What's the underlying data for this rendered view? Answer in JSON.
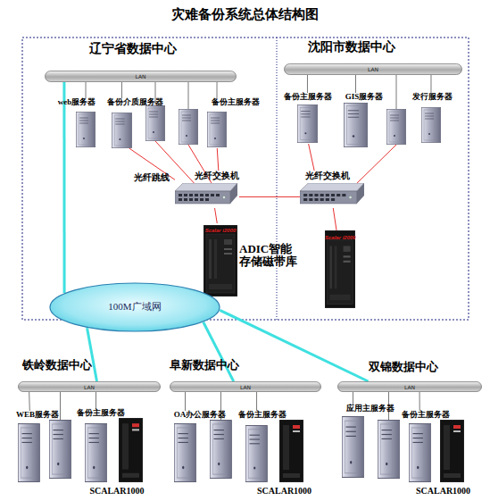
{
  "diagram": {
    "title": "灾难备份系统总体结构图",
    "nodes": [
      {
        "text": [
          "辽宁省数据中心"
        ]
      },
      {
        "text": [
          "LAN"
        ],
        "in": 0
      },
      {
        "text": [
          "web服务器"
        ],
        "in": 0
      },
      {
        "text": [
          "备份介质服务器"
        ],
        "in": 0
      },
      {
        "text": [
          "备份主服务器"
        ],
        "in": 0
      },
      {
        "text": [
          "光纤交换机"
        ],
        "in": 0
      },
      {
        "text": [
          "Scalar i2000",
          "ADIC智能存储磁带库"
        ],
        "in": 0
      },
      {
        "text": [
          "沈阳市数据中心"
        ]
      },
      {
        "text": [
          "LAN"
        ],
        "in": 7
      },
      {
        "text": [
          "备份主服务器"
        ],
        "in": 7
      },
      {
        "text": [
          "GIS服务器"
        ],
        "in": 7
      },
      {
        "text": [
          "发行服务器"
        ],
        "in": 7
      },
      {
        "text": [
          "光纤交换机"
        ],
        "in": 7
      },
      {
        "text": [
          "Scalar i2000"
        ],
        "in": 7
      },
      {
        "text": [
          "100M广域网"
        ]
      },
      {
        "text": [
          "铁岭数据中心"
        ]
      },
      {
        "text": [
          "LAN"
        ],
        "in": 15
      },
      {
        "text": [
          "WEB服务器"
        ],
        "in": 15
      },
      {
        "text": [
          "备份主服务器"
        ],
        "in": 15
      },
      {
        "text": [
          "SCALAR1000"
        ],
        "in": 15
      },
      {
        "text": [
          "阜新数据中心"
        ]
      },
      {
        "text": [
          "LAN"
        ],
        "in": 20
      },
      {
        "text": [
          "OA办公服务器"
        ],
        "in": 20
      },
      {
        "text": [
          "备份主服务器"
        ],
        "in": 20
      },
      {
        "text": [
          "SCALAR1000"
        ],
        "in": 20
      },
      {
        "text": [
          "双锦数据中心"
        ]
      },
      {
        "text": [
          "LAN"
        ],
        "in": 25
      },
      {
        "text": [
          "应用主服务器"
        ],
        "in": 25
      },
      {
        "text": [
          "备份主服务器"
        ],
        "in": 25
      },
      {
        "text": [
          "SCALAR1000"
        ],
        "in": 25
      }
    ],
    "edges": [
      {
        "from": 1,
        "to": 2,
        "arrow": "none"
      },
      {
        "from": 1,
        "to": 3,
        "arrow": "none"
      },
      {
        "from": 1,
        "to": 4,
        "arrow": "none"
      },
      {
        "from": 8,
        "to": 9,
        "arrow": "none"
      },
      {
        "from": 8,
        "to": 10,
        "arrow": "none"
      },
      {
        "from": 8,
        "to": 11,
        "arrow": "none"
      },
      {
        "from": 16,
        "to": 17,
        "arrow": "none"
      },
      {
        "from": 16,
        "to": 18,
        "arrow": "none"
      },
      {
        "from": 21,
        "to": 22,
        "arrow": "none"
      },
      {
        "from": 21,
        "to": 23,
        "arrow": "none"
      },
      {
        "from": 26,
        "to": 27,
        "arrow": "none"
      },
      {
        "from": 26,
        "to": 28,
        "arrow": "none"
      },
      {
        "from": 3,
        "to": 5,
        "arrow": "none"
      },
      {
        "from": 4,
        "to": 5,
        "arrow": "none"
      },
      {
        "from": 9,
        "to": 12,
        "arrow": "none"
      },
      {
        "from": 5,
        "to": 12,
        "arrow": "none"
      },
      {
        "from": 5,
        "to": 6,
        "arrow": "none"
      },
      {
        "from": 12,
        "to": 13,
        "arrow": "none"
      },
      {
        "from": 1,
        "to": 14,
        "arrow": "none"
      },
      {
        "from": 14,
        "to": 16,
        "arrow": "none"
      },
      {
        "from": 14,
        "to": 21,
        "arrow": "none"
      },
      {
        "from": 14,
        "to": 26,
        "arrow": "none"
      }
    ],
    "labels": [
      "光纤跳线"
    ]
  }
}
